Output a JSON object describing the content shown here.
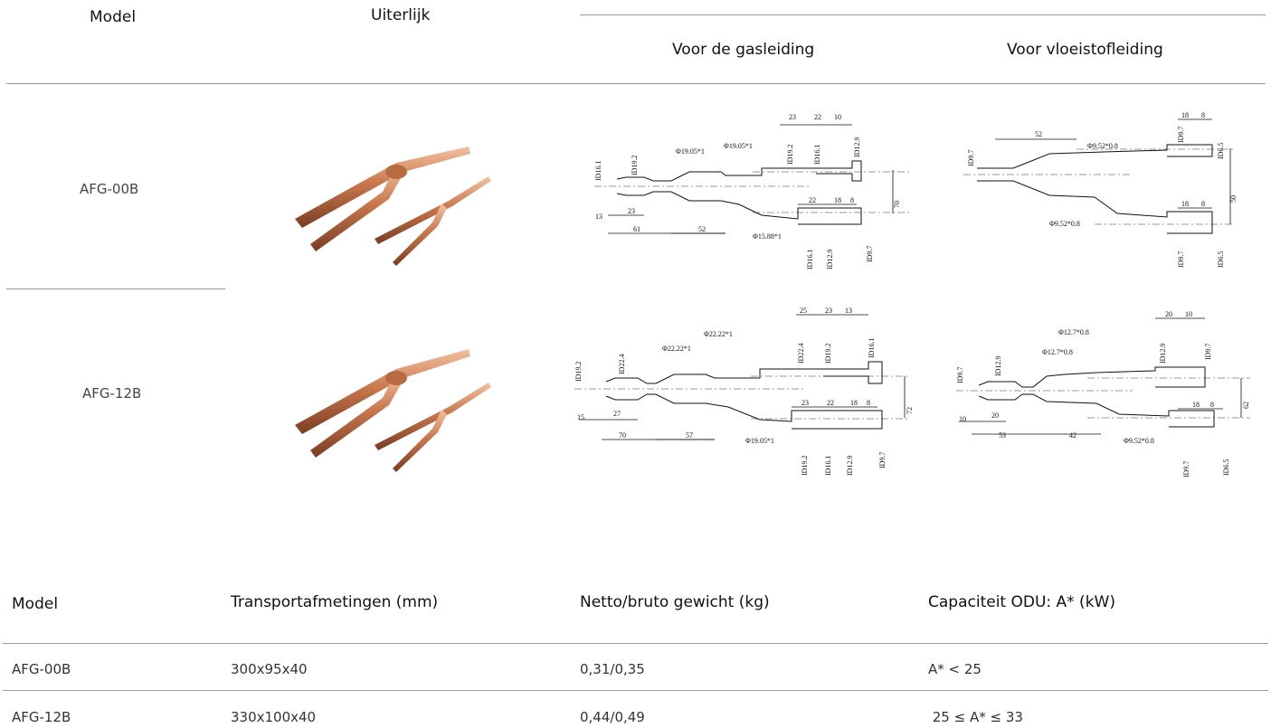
{
  "top_table": {
    "headers": {
      "model": "Model",
      "appearance": "Uiterlijk",
      "gas": "Voor de gasleiding",
      "liquid": "Voor vloeistofleiding"
    },
    "rows": [
      {
        "model": "AFG-00B",
        "gas_labels": [
          "ID16.1",
          "ID19.2",
          "Φ19.05*1",
          "Φ19.05*1",
          "23",
          "22",
          "10",
          "ID19.2",
          "ID16.1",
          "ID12.9",
          "13",
          "23",
          "61",
          "52",
          "Φ15.88*1",
          "22",
          "18",
          "8",
          "70",
          "ID16.1",
          "ID12.9",
          "ID9.7"
        ],
        "liquid_labels": [
          "ID9.7",
          "52",
          "Φ9.52*0.8",
          "18",
          "8",
          "ID9.7",
          "ID6.5",
          "18",
          "8",
          "Φ9.52*0.8",
          "50",
          "ID9.7",
          "ID6.5"
        ]
      },
      {
        "model": "AFG-12B",
        "gas_labels": [
          "ID19.2",
          "ID22.4",
          "Φ22.22*1",
          "Φ22.22*1",
          "25",
          "23",
          "13",
          "ID22.4",
          "ID19.2",
          "ID16.1",
          "15",
          "27",
          "70",
          "57",
          "Φ19.05*1",
          "23",
          "22",
          "18",
          "8",
          "72",
          "ID19.2",
          "ID16.1",
          "ID12.9",
          "ID9.7"
        ],
        "liquid_labels": [
          "ID9.7",
          "ID12.9",
          "Φ12.7*0.8",
          "Φ12.7*0.8",
          "20",
          "10",
          "ID12.9",
          "ID9.7",
          "10",
          "20",
          "53",
          "42",
          "18",
          "8",
          "Φ9.52*0.8",
          "62",
          "ID9.7",
          "ID6.5"
        ]
      }
    ]
  },
  "bottom_table": {
    "headers": [
      "Model",
      "Transportafmetingen (mm)",
      "Netto/bruto gewicht (kg)",
      "Capaciteit ODU: A* (kW)"
    ],
    "rows": [
      [
        "AFG-00B",
        "300x95x40",
        "0,31/0,35",
        "A* < 25"
      ],
      [
        "AFG-12B",
        "330x100x40",
        "0,44/0,49",
        " 25 ≤ A* ≤ 33"
      ]
    ]
  }
}
